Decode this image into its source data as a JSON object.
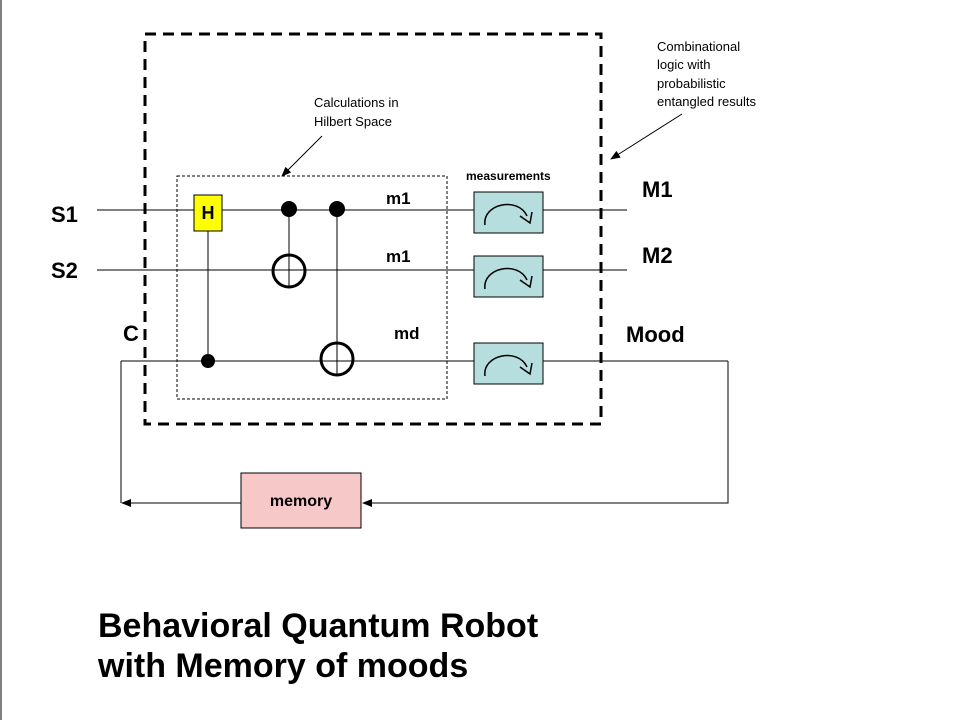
{
  "inputs": {
    "s1": "S1",
    "s2": "S2",
    "c": "C"
  },
  "outputs": {
    "m1": "M1",
    "m2": "M2",
    "mood": "Mood"
  },
  "wire_labels": {
    "top": "m1",
    "middle": "m1",
    "bottom": "md"
  },
  "gate_label": "H",
  "measurements_label": "measurements",
  "annotations": {
    "hilbert": [
      "Calculations in",
      "Hilbert Space"
    ],
    "combinational": [
      "Combinational",
      "logic with",
      "probabilistic",
      "entangled results"
    ]
  },
  "memory_label": "memory",
  "title": [
    "Behavioral Quantum Robot",
    "with Memory of moods"
  ],
  "colors": {
    "gate_fill": "#ffff00",
    "measure_fill": "#b7dede",
    "memory_fill": "#f7c8c8",
    "line": "#000000"
  }
}
